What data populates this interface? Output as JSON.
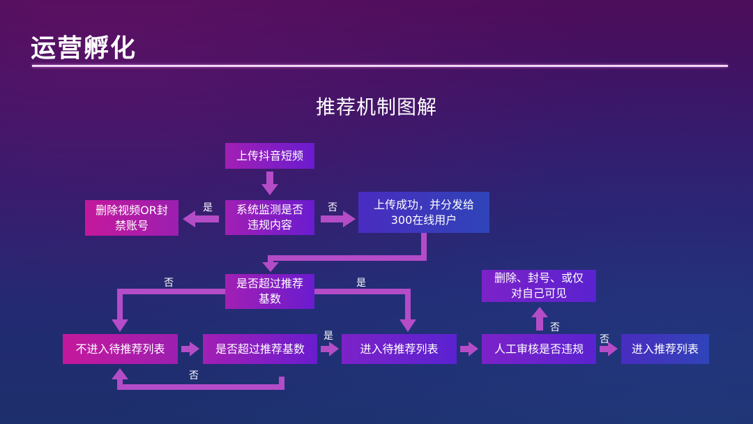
{
  "header": {
    "title": "运营孵化",
    "subtitle": "推荐机制图解"
  },
  "colors": {
    "accent_magenta": "#c4189c",
    "accent_purple": "#a21fb4",
    "accent_violet": "#6a1ccf",
    "accent_blue": "#2f44b8",
    "connector": "#b44cc8",
    "rule": "#f2d6f5"
  },
  "flow": {
    "nodes": {
      "upload": "上传抖音短频",
      "system_check": "系统监测是否违规内容",
      "delete_ban": "删除视频OR封禁账号",
      "upload_success": "上传成功，并分发给300在线用户",
      "exceed_base_1": "是否超过推荐基数",
      "not_enter_queue": "不进入待推荐列表",
      "exceed_base_2": "是否超过推荐基数",
      "enter_pending": "进入待推荐列表",
      "manual_review": "人工审核是否违规",
      "delete_or_private": "删除、封号、或仅对自己可见",
      "enter_recommend": "进入推荐列表"
    },
    "edge_labels": {
      "check_yes": "是",
      "check_no": "否",
      "base1_no": "否",
      "base1_yes": "是",
      "base2_yes": "是",
      "base2_no": "否",
      "review_up": "否",
      "review_right": "否"
    }
  }
}
